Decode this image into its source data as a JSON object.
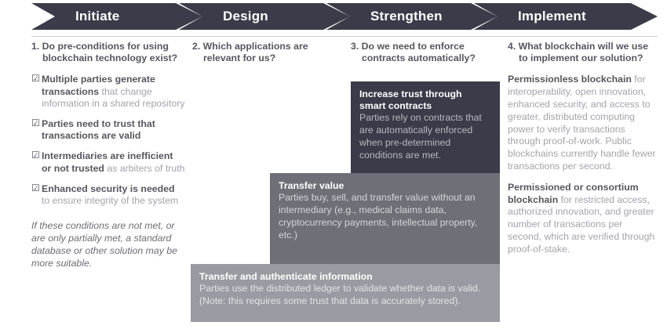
{
  "header": {
    "stages": [
      {
        "label": "Initiate"
      },
      {
        "label": "Design"
      },
      {
        "label": "Strengthen"
      },
      {
        "label": "Implement"
      }
    ]
  },
  "columns": {
    "col1": {
      "question": "1. Do pre-conditions for using blockchain technology exist?",
      "checklist": [
        {
          "icon": "checkbox-checked-icon",
          "glyph": "☑",
          "strong": "Multiple parties generate transactions",
          "rest": " that change information in a shared repository"
        },
        {
          "icon": "checkbox-checked-icon",
          "glyph": "☑",
          "strong": "Parties need to trust that transactions are valid",
          "rest": ""
        },
        {
          "icon": "checkbox-checked-icon",
          "glyph": "☑",
          "strong": "Intermediaries are inefficient or not trusted",
          "rest": " as arbiters of truth"
        },
        {
          "icon": "checkbox-checked-icon",
          "glyph": "☑",
          "strong": "Enhanced security is needed",
          "rest": " to ensure integrity of the system"
        }
      ],
      "note": "If these conditions are not met, or are only partially met, a standard database or other solution may be more suitable."
    },
    "col2": {
      "question": "2. Which applications are relevant for us?"
    },
    "col3": {
      "question": "3. Do we need to enforce contracts automatically?"
    },
    "col4": {
      "question": "4. What blockchain will we use to implement our solution?",
      "paragraphs": [
        {
          "strong": "Permissionless blockchain",
          "rest": " for interoperability, open innovation, enhanced security, and access to greater, distributed computing power to verify transactions through proof-of-work. Public blockchains currently handle fewer transactions per second."
        },
        {
          "strong": "Permissioned or consortium blockchain",
          "rest": " for restricted access, authorized innovation, and greater number of transactions per second, which are verified through proof-of-stake."
        }
      ]
    }
  },
  "boxes": {
    "smart_contracts": {
      "title": "Increase trust through smart contracts",
      "body": "Parties rely on contracts that are automatically enforced when pre-determined conditions are met.",
      "color": "#3b3b49"
    },
    "transfer_value": {
      "title": "Transfer value",
      "body": "Parties buy, sell, and transfer value without an intermediary (e.g., medical claims data, cryptocurrency payments, intellectual property, etc.)",
      "color": "#6f7077"
    },
    "transfer_authenticate": {
      "title": "Transfer and authenticate information",
      "body": "Parties use the distributed ledger to validate whether data is valid. (Note: this requires some trust that data is accurately stored).",
      "color": "#9a9ba2"
    }
  },
  "colors": {
    "chevron": "#3b3b49",
    "heading_text": "#565660",
    "body_text": "#a3a3ab",
    "rule": "#cfcfd4"
  }
}
